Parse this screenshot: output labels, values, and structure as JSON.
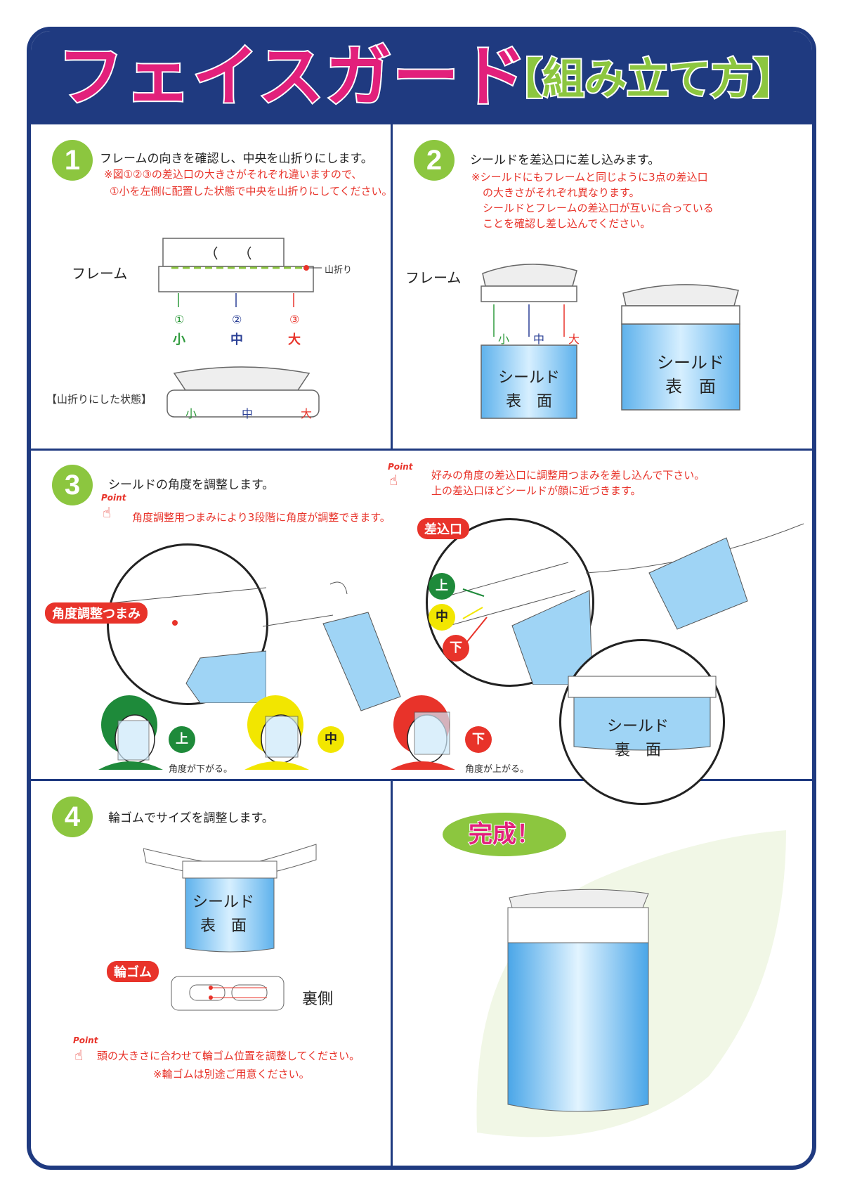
{
  "header": {
    "title": "フェイスガード",
    "subtitle": "【組み立て方】"
  },
  "step1": {
    "num": "1",
    "text": "フレームの向きを確認し、中央を山折りにします。",
    "note1": "※図①②③の差込口の大きさがそれぞれ違いますので、",
    "note2": "①小を左側に配置した状態で中央を山折りにしてください。",
    "frame_label": "フレーム",
    "fold_label": "山折り",
    "slots": [
      {
        "num": "①",
        "size": "小",
        "color": "#2e9a3c"
      },
      {
        "num": "②",
        "size": "中",
        "color": "#2a3f95"
      },
      {
        "num": "③",
        "size": "大",
        "color": "#e8332a"
      }
    ],
    "folded_label": "【山折りにした状態】"
  },
  "step2": {
    "num": "2",
    "text": "シールドを差込口に差し込みます。",
    "note1": "※シールドにもフレームと同じように3点の差込口",
    "note2": "の大きさがそれぞれ異なります。",
    "note3": "シールドとフレームの差込口が互いに合っている",
    "note4": "ことを確認し差し込んでください。",
    "frame_label": "フレーム",
    "shield_label1": "シールド",
    "shield_label2": "表　面"
  },
  "step3": {
    "num": "3",
    "text": "シールドの角度を調整します。",
    "point_word": "Point",
    "point_text": "角度調整用つまみにより3段階に角度が調整できます。",
    "knob_badge": "角度調整つまみ",
    "point2_line1": "好みの角度の差込口に調整用つまみを差し込んで下さい。",
    "point2_line2": "上の差込口ほどシールドが顔に近づきます。",
    "slot_badge": "差込口",
    "levels": [
      {
        "label": "上",
        "color": "#1e8a3a"
      },
      {
        "label": "中",
        "color": "#f2e600"
      },
      {
        "label": "下",
        "color": "#e8332a"
      }
    ],
    "angle_down": "角度が下がる。",
    "angle_up": "角度が上がる。",
    "shield_back1": "シールド",
    "shield_back2": "裏　面"
  },
  "step4": {
    "num": "4",
    "text": "輪ゴムでサイズを調整します。",
    "shield_label1": "シールド",
    "shield_label2": "表　面",
    "band_badge": "輪ゴム",
    "back_label": "裏側",
    "point_word": "Point",
    "point_text": "頭の大きさに合わせて輪ゴム位置を調整してください。",
    "point_note": "※輪ゴムは別途ご用意ください。"
  },
  "complete": {
    "label": "完成！"
  },
  "colors": {
    "navy": "#1f3a80",
    "pink": "#e2207b",
    "green": "#8cc63f",
    "red": "#e8332a",
    "shield_blue": "#7ec6f2"
  }
}
